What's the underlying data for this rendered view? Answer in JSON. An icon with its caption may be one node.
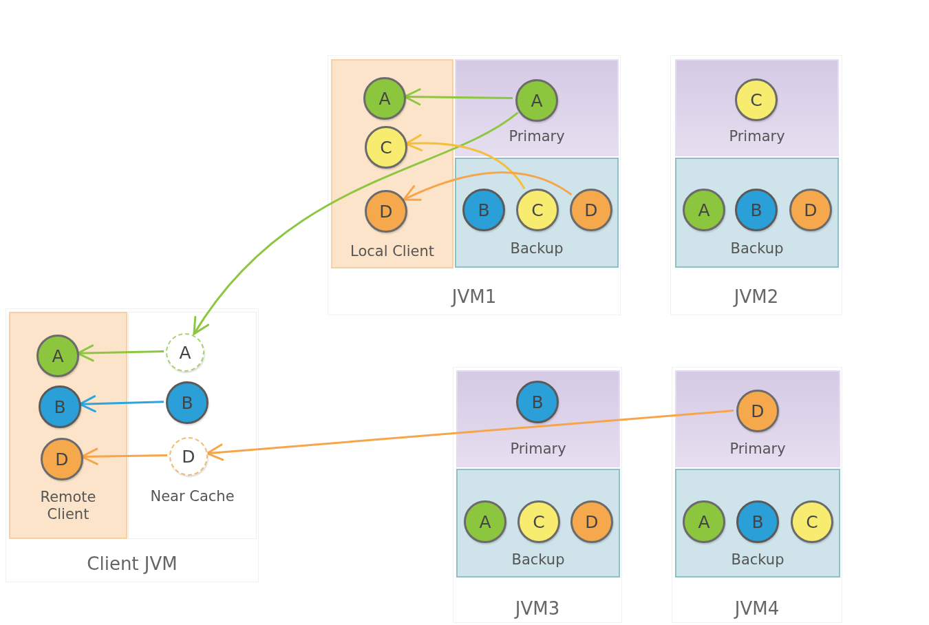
{
  "diagram": {
    "nodes": [
      {
        "text": [
          "JVM1"
        ]
      },
      {
        "text": [
          "Local Client"
        ],
        "in": 0
      },
      {
        "text": [
          "A"
        ],
        "in": 1
      },
      {
        "text": [
          "C"
        ],
        "in": 1
      },
      {
        "text": [
          "D"
        ],
        "in": 1
      },
      {
        "text": [
          "Primary"
        ],
        "in": 0
      },
      {
        "text": [
          "A"
        ],
        "in": 5
      },
      {
        "text": [
          "Backup"
        ],
        "in": 0
      },
      {
        "text": [
          "B"
        ],
        "in": 7
      },
      {
        "text": [
          "C"
        ],
        "in": 7
      },
      {
        "text": [
          "D"
        ],
        "in": 7
      },
      {
        "text": [
          "JVM2"
        ]
      },
      {
        "text": [
          "Primary"
        ],
        "in": 11
      },
      {
        "text": [
          "C"
        ],
        "in": 12
      },
      {
        "text": [
          "Backup"
        ],
        "in": 11
      },
      {
        "text": [
          "A"
        ],
        "in": 14
      },
      {
        "text": [
          "B"
        ],
        "in": 14
      },
      {
        "text": [
          "D"
        ],
        "in": 14
      },
      {
        "text": [
          "Client JVM"
        ]
      },
      {
        "text": [
          "Remote Client"
        ],
        "in": 18
      },
      {
        "text": [
          "A"
        ],
        "in": 19
      },
      {
        "text": [
          "B"
        ],
        "in": 19
      },
      {
        "text": [
          "D"
        ],
        "in": 19
      },
      {
        "text": [
          "Near Cache"
        ],
        "in": 18
      },
      {
        "text": [
          "A"
        ],
        "in": 23
      },
      {
        "text": [
          "B"
        ],
        "in": 23
      },
      {
        "text": [
          "D"
        ],
        "in": 23
      },
      {
        "text": [
          "JVM3"
        ]
      },
      {
        "text": [
          "Primary"
        ],
        "in": 27
      },
      {
        "text": [
          "B"
        ],
        "in": 28
      },
      {
        "text": [
          "Backup"
        ],
        "in": 27
      },
      {
        "text": [
          "A"
        ],
        "in": 30
      },
      {
        "text": [
          "C"
        ],
        "in": 30
      },
      {
        "text": [
          "D"
        ],
        "in": 30
      },
      {
        "text": [
          "JVM4"
        ]
      },
      {
        "text": [
          "Primary"
        ],
        "in": 34
      },
      {
        "text": [
          "D"
        ],
        "in": 35
      },
      {
        "text": [
          "Backup"
        ],
        "in": 34
      },
      {
        "text": [
          "A"
        ],
        "in": 37
      },
      {
        "text": [
          "B"
        ],
        "in": 37
      },
      {
        "text": [
          "C"
        ],
        "in": 37
      }
    ],
    "edges": [
      {
        "from": 6,
        "to": 2,
        "arrow": "to"
      },
      {
        "from": 6,
        "to": 24,
        "arrow": "to"
      },
      {
        "from": 9,
        "to": 3,
        "arrow": "to",
        "color": "#f5bf3a"
      },
      {
        "from": 10,
        "to": 4,
        "arrow": "to",
        "color": "#f7a54a"
      },
      {
        "from": 24,
        "to": 20,
        "arrow": "to"
      },
      {
        "from": 25,
        "to": 21,
        "arrow": "to",
        "color": "#2aa5e0"
      },
      {
        "from": 26,
        "to": 22,
        "arrow": "to",
        "color": "#f7a54a"
      },
      {
        "from": 36,
        "to": 26,
        "arrow": "to",
        "color": "#f7a54a"
      }
    ]
  }
}
